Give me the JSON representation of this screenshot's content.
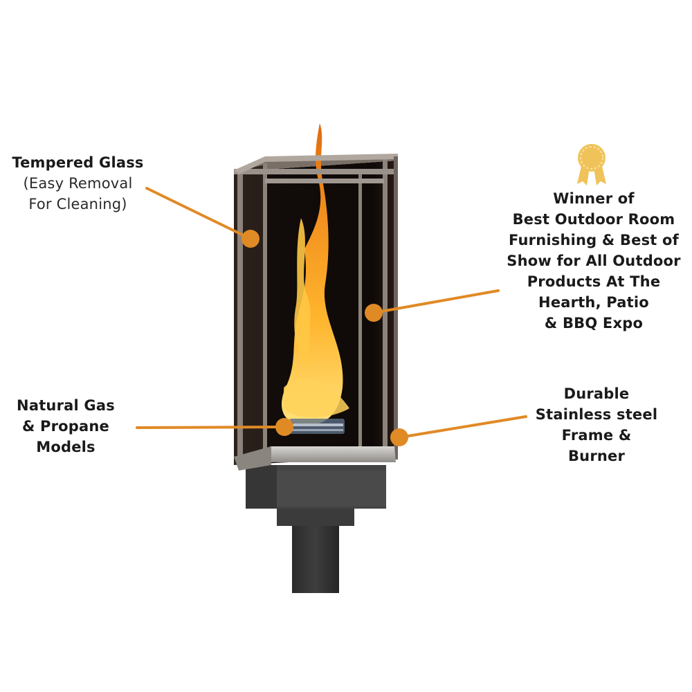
{
  "product": {
    "type": "outdoor gas fire torch",
    "accent_color": "#E08A26",
    "ribbon_color": "#F0C35A"
  },
  "callouts": [
    {
      "id": "tempered-glass",
      "title": "Tempered Glass",
      "lines": [
        "(Easy Removal",
        "For Cleaning)"
      ]
    },
    {
      "id": "award",
      "lines": [
        "Winner of",
        "Best Outdoor Room",
        "Furnishing & Best of",
        "Show for All Outdoor",
        "Products At The",
        "Hearth, Patio",
        "& BBQ Expo"
      ],
      "icon": "award-ribbon-icon"
    },
    {
      "id": "fuel-type",
      "lines": [
        "Natural Gas",
        "& Propane",
        "Models"
      ]
    },
    {
      "id": "frame",
      "lines": [
        "Durable",
        "Stainless steel",
        "Frame &",
        "Burner"
      ]
    }
  ]
}
